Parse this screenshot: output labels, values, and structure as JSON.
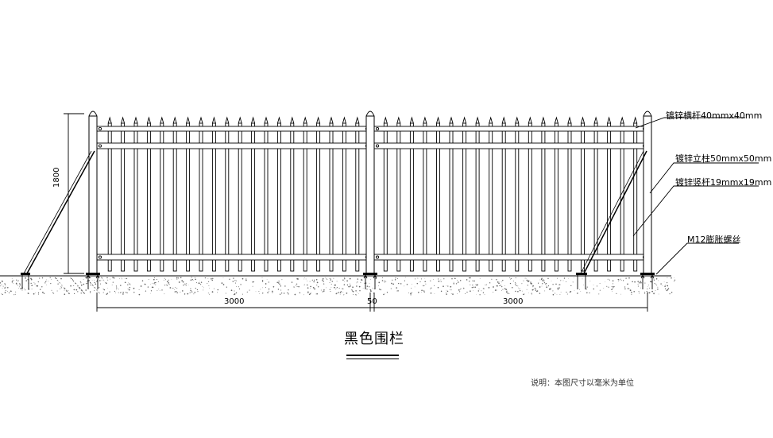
{
  "labels": {
    "rail": "镀锌横杆40mmx40mm",
    "post": "镀锌立柱50mmx50mm",
    "picket": "镀锌竖杆19mmx19mm",
    "bolt": "M12膨胀螺丝"
  },
  "dimensions": {
    "height": "1800",
    "span_left": "3000",
    "post_gap": "50",
    "span_right": "3000"
  },
  "title": "黑色围栏",
  "note": "说明：本图尺寸以毫米为单位"
}
